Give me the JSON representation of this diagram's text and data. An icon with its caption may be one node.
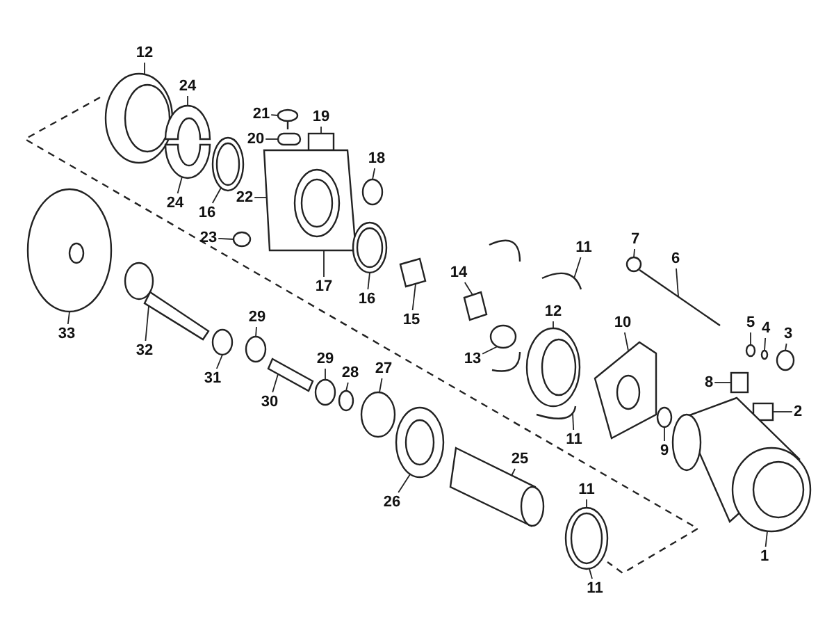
{
  "diagram": {
    "nodes": [
      {
        "text": [
          "12"
        ]
      },
      {
        "text": [
          "24"
        ]
      },
      {
        "text": [
          "21"
        ]
      },
      {
        "text": [
          "20"
        ]
      },
      {
        "text": [
          "19"
        ]
      },
      {
        "text": [
          "22"
        ]
      },
      {
        "text": [
          "18"
        ]
      },
      {
        "text": [
          "24"
        ]
      },
      {
        "text": [
          "16"
        ]
      },
      {
        "text": [
          "23"
        ]
      },
      {
        "text": [
          "17"
        ]
      },
      {
        "text": [
          "16"
        ]
      },
      {
        "text": [
          "7"
        ]
      },
      {
        "text": [
          "14"
        ]
      },
      {
        "text": [
          "11"
        ]
      },
      {
        "text": [
          "6"
        ]
      },
      {
        "text": [
          "15"
        ]
      },
      {
        "text": [
          "12"
        ]
      },
      {
        "text": [
          "10"
        ]
      },
      {
        "text": [
          "5"
        ]
      },
      {
        "text": [
          "4"
        ]
      },
      {
        "text": [
          "3"
        ]
      },
      {
        "text": [
          "33"
        ]
      },
      {
        "text": [
          "32"
        ]
      },
      {
        "text": [
          "31"
        ]
      },
      {
        "text": [
          "29"
        ]
      },
      {
        "text": [
          "13"
        ]
      },
      {
        "text": [
          "30"
        ]
      },
      {
        "text": [
          "29"
        ]
      },
      {
        "text": [
          "28"
        ]
      },
      {
        "text": [
          "27"
        ]
      },
      {
        "text": [
          "8"
        ]
      },
      {
        "text": [
          "2"
        ]
      },
      {
        "text": [
          "9"
        ]
      },
      {
        "text": [
          "11"
        ]
      },
      {
        "text": [
          "25"
        ]
      },
      {
        "text": [
          "26"
        ]
      },
      {
        "text": [
          "11"
        ]
      },
      {
        "text": [
          "1"
        ]
      },
      {
        "text": [
          "11"
        ]
      },
      {
        "text": [],
        "shape": "picture"
      },
      {
        "text": [],
        "shape": "picture"
      },
      {
        "text": [],
        "shape": "picture"
      },
      {
        "text": [],
        "shape": "picture"
      },
      {
        "text": [],
        "shape": "box"
      },
      {
        "text": [],
        "shape": "box"
      },
      {
        "text": [],
        "shape": "picture"
      },
      {
        "text": [],
        "shape": "circle"
      },
      {
        "text": [],
        "shape": "picture"
      },
      {
        "text": [],
        "shape": "circle"
      },
      {
        "text": [],
        "shape": "picture"
      },
      {
        "text": [],
        "shape": "circle"
      },
      {
        "text": [],
        "shape": "picture"
      },
      {
        "text": [],
        "shape": "picture"
      },
      {
        "text": [],
        "shape": "picture"
      },
      {
        "text": [],
        "shape": "picture"
      },
      {
        "text": [],
        "shape": "picture"
      },
      {
        "text": [],
        "shape": "picture"
      },
      {
        "text": [],
        "shape": "circle"
      },
      {
        "text": [],
        "shape": "circle"
      },
      {
        "text": [],
        "shape": "circle"
      },
      {
        "text": [],
        "shape": "picture"
      },
      {
        "text": [],
        "shape": "picture"
      },
      {
        "text": [],
        "shape": "circle"
      },
      {
        "text": [],
        "shape": "circle"
      },
      {
        "text": [],
        "shape": "circle"
      },
      {
        "text": [],
        "shape": "picture"
      },
      {
        "text": [],
        "shape": "circle"
      },
      {
        "text": [],
        "shape": "circle"
      },
      {
        "text": [],
        "shape": "circle"
      },
      {
        "text": [],
        "shape": "box"
      },
      {
        "text": [],
        "shape": "box"
      },
      {
        "text": [],
        "shape": "circle"
      },
      {
        "text": [],
        "shape": "picture"
      },
      {
        "text": [],
        "shape": "picture"
      },
      {
        "text": [],
        "shape": "picture"
      },
      {
        "text": [],
        "shape": "picture"
      },
      {
        "text": [],
        "shape": "picture"
      }
    ],
    "edges": [
      {
        "from": 0,
        "to": 40,
        "arrow": "none"
      },
      {
        "from": 1,
        "to": 41,
        "arrow": "none"
      },
      {
        "from": 2,
        "to": 43,
        "arrow": "none"
      },
      {
        "from": 3,
        "to": 44,
        "arrow": "none"
      },
      {
        "from": 4,
        "to": 45,
        "arrow": "none"
      },
      {
        "from": 5,
        "to": 46,
        "arrow": "none"
      },
      {
        "from": 6,
        "to": 47,
        "arrow": "none"
      },
      {
        "from": 7,
        "to": 42,
        "arrow": "none"
      },
      {
        "from": 8,
        "to": 48,
        "arrow": "none"
      },
      {
        "from": 9,
        "to": 49,
        "arrow": "none"
      },
      {
        "from": 10,
        "to": 46,
        "arrow": "none"
      },
      {
        "from": 11,
        "to": 50,
        "arrow": "none"
      },
      {
        "from": 12,
        "to": 51,
        "arrow": "none"
      },
      {
        "from": 13,
        "to": 52,
        "arrow": "none"
      },
      {
        "from": 14,
        "to": 53,
        "arrow": "none"
      },
      {
        "from": 15,
        "to": 54,
        "arrow": "none"
      },
      {
        "from": 16,
        "to": 55,
        "arrow": "none"
      },
      {
        "from": 17,
        "to": 56,
        "arrow": "none"
      },
      {
        "from": 18,
        "to": 57,
        "arrow": "none"
      },
      {
        "from": 19,
        "to": 58,
        "arrow": "none"
      },
      {
        "from": 20,
        "to": 59,
        "arrow": "none"
      },
      {
        "from": 21,
        "to": 60,
        "arrow": "none"
      },
      {
        "from": 22,
        "to": 61,
        "arrow": "none"
      },
      {
        "from": 23,
        "to": 62,
        "arrow": "none"
      },
      {
        "from": 24,
        "to": 63,
        "arrow": "none"
      },
      {
        "from": 25,
        "to": 64,
        "arrow": "none"
      },
      {
        "from": 26,
        "to": 65,
        "arrow": "none"
      },
      {
        "from": 27,
        "to": 66,
        "arrow": "none"
      },
      {
        "from": 28,
        "to": 67,
        "arrow": "none"
      },
      {
        "from": 29,
        "to": 68,
        "arrow": "none"
      },
      {
        "from": 30,
        "to": 69,
        "arrow": "none"
      },
      {
        "from": 31,
        "to": 70,
        "arrow": "none"
      },
      {
        "from": 32,
        "to": 71,
        "arrow": "none"
      },
      {
        "from": 33,
        "to": 72,
        "arrow": "none"
      },
      {
        "from": 34,
        "to": 73,
        "arrow": "none"
      },
      {
        "from": 35,
        "to": 74,
        "arrow": "none"
      },
      {
        "from": 36,
        "to": 75,
        "arrow": "none"
      },
      {
        "from": 37,
        "to": 76,
        "arrow": "none"
      },
      {
        "from": 38,
        "to": 77,
        "arrow": "none"
      },
      {
        "from": 39,
        "to": 76,
        "arrow": "none"
      }
    ]
  }
}
